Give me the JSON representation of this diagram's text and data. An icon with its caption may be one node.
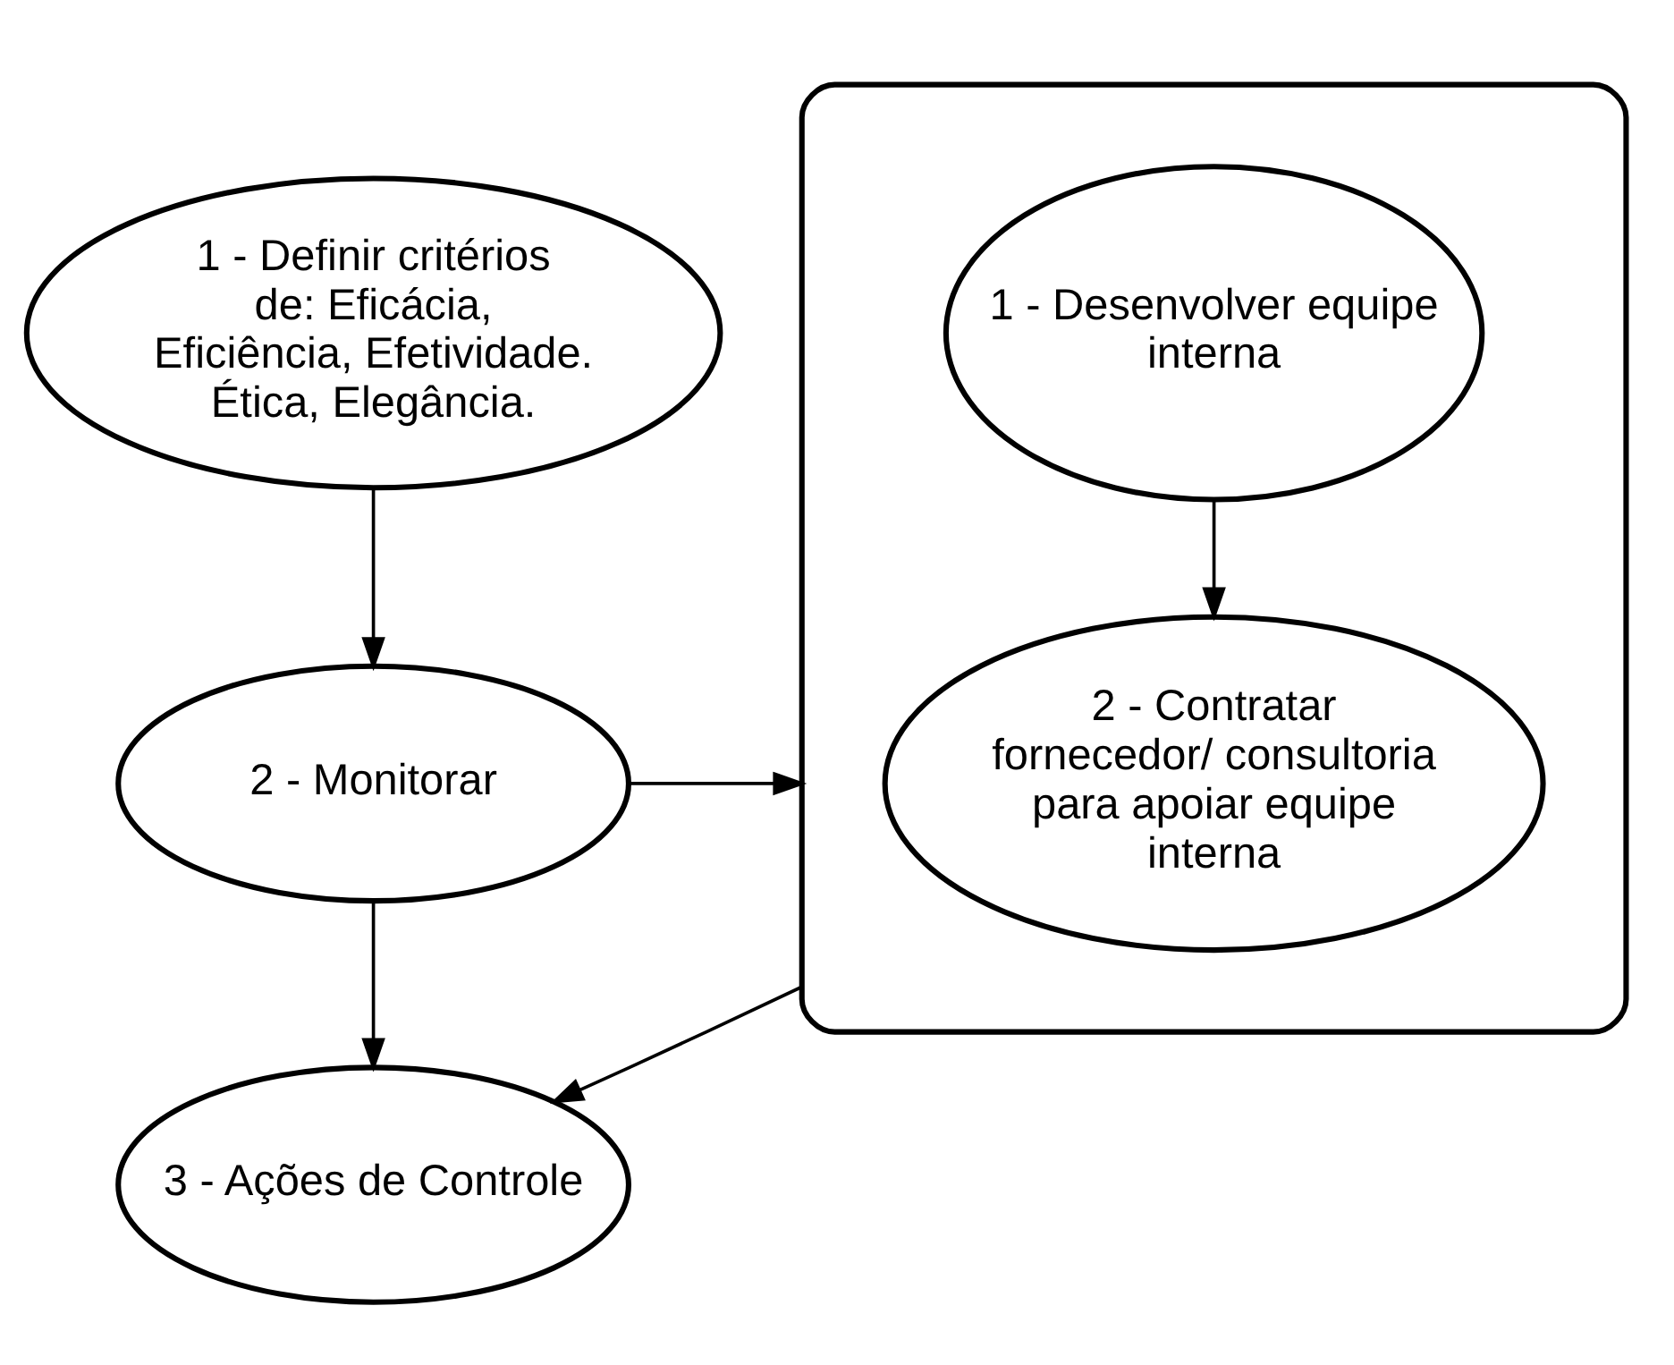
{
  "diagram": {
    "nodes": [
      {
        "text": [
          "1 - Definir critérios de: Eficácia, Eficiência, Efetividade. Ética, Elegância."
        ]
      },
      {
        "text": [
          "2 - Monitorar"
        ]
      },
      {
        "text": [
          "3 - Ações de Controle"
        ]
      },
      {
        "text": [],
        "shape": "ellipse"
      },
      {
        "text": [
          "1 - Desenvolver equipe interna"
        ],
        "in": 3
      },
      {
        "text": [
          "2 - Contratar fornecedor/ consultoria para apoiar equipe interna"
        ],
        "in": 3
      }
    ],
    "edges": [
      {
        "from": 0,
        "to": 1,
        "arrow": "to"
      },
      {
        "from": 1,
        "to": 2,
        "arrow": "to"
      },
      {
        "from": 1,
        "to": 3,
        "arrow": "to"
      },
      {
        "from": 3,
        "to": 2,
        "arrow": "to"
      },
      {
        "from": 4,
        "to": 5,
        "arrow": "to"
      }
    ]
  }
}
